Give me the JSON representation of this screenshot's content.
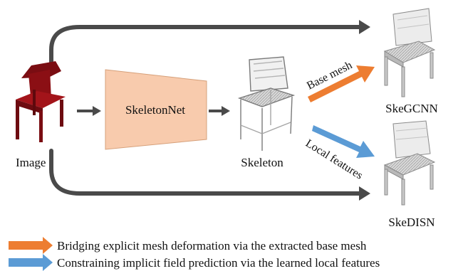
{
  "diagram": {
    "input_label": "Image",
    "network_label": "SkeletonNet",
    "skeleton_label": "Skeleton",
    "edge_base_mesh_label": "Base mesh",
    "edge_local_features_label": "Local features",
    "output_top_label": "SkeGCNN",
    "output_bottom_label": "SkeDISN"
  },
  "legend": {
    "items": [
      {
        "color": "#ed7d31",
        "text": "Bridging explicit mesh deformation via the extracted base mesh"
      },
      {
        "color": "#5b9bd5",
        "text": "Constraining implicit field prediction via the learned local features"
      }
    ]
  },
  "colors": {
    "flow_arrow": "#4a4a4a",
    "network_fill": "#f8cbad",
    "network_stroke": "#d6a07a",
    "chair_red": "#8b0f14",
    "chair_gray": "#cfcfcf"
  }
}
